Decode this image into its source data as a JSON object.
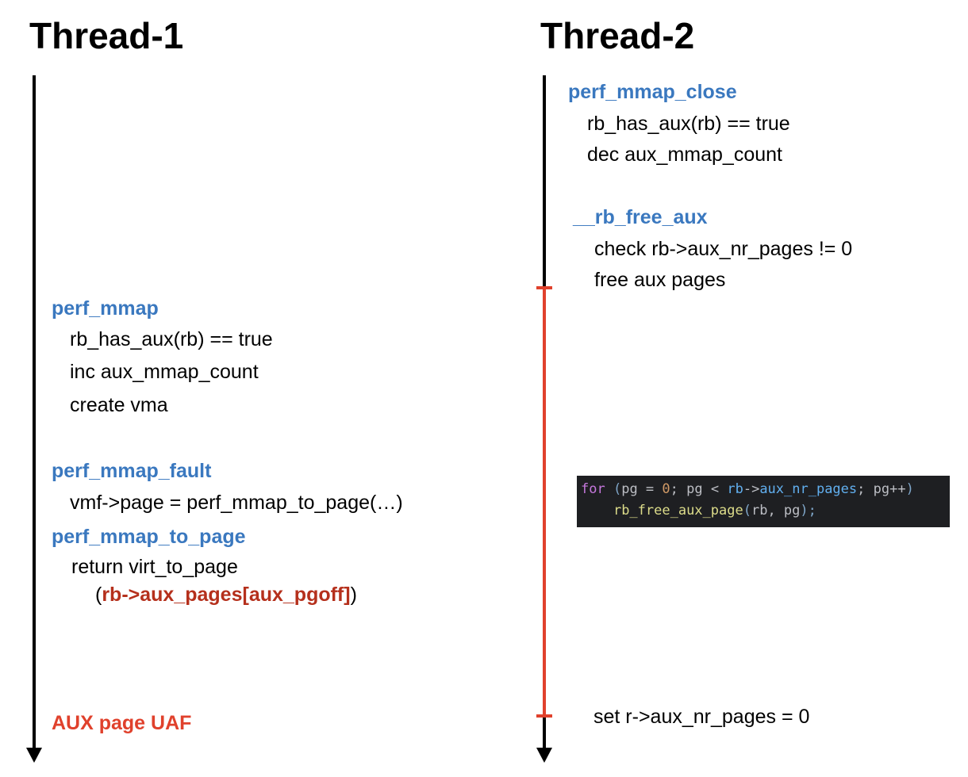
{
  "thread1": {
    "title": "Thread-1",
    "perf_mmap": {
      "name": "perf_mmap",
      "lines": [
        "rb_has_aux(rb) == true",
        "inc aux_mmap_count",
        "create vma"
      ]
    },
    "perf_mmap_fault": {
      "name": "perf_mmap_fault",
      "lines": [
        "vmf->page = perf_mmap_to_page(…)"
      ]
    },
    "perf_mmap_to_page": {
      "name": "perf_mmap_to_page",
      "line1": "return virt_to_page",
      "line2_open": "(",
      "line2_highlight": "rb->aux_pages[aux_pgoff]",
      "line2_close": ")"
    },
    "result": "AUX page UAF"
  },
  "thread2": {
    "title": "Thread-2",
    "perf_mmap_close": {
      "name": "perf_mmap_close",
      "lines": [
        "rb_has_aux(rb) == true",
        "dec aux_mmap_count"
      ]
    },
    "rb_free_aux": {
      "name": "__rb_free_aux",
      "lines": [
        "check rb->aux_nr_pages != 0",
        "free aux pages"
      ]
    },
    "final": "set r->aux_nr_pages = 0"
  },
  "code": {
    "line1": {
      "kw": "for",
      "open": " (",
      "a": "pg",
      "eq": " = ",
      "zero": "0",
      "semi1": "; ",
      "b": "pg",
      "lt": " < ",
      "rb": "rb",
      "arrow": "->",
      "member": "aux_nr_pages",
      "semi2": "; ",
      "c": "pg++",
      "close": ")"
    },
    "line2": {
      "indent": "    ",
      "fn": "rb_free_aux_page",
      "open": "(",
      "args": "rb, pg",
      "close": ");"
    }
  },
  "colors": {
    "timeline": "#000000",
    "critical": "#e0412c",
    "function": "#3a78bf",
    "highlight": "#b5301c"
  }
}
